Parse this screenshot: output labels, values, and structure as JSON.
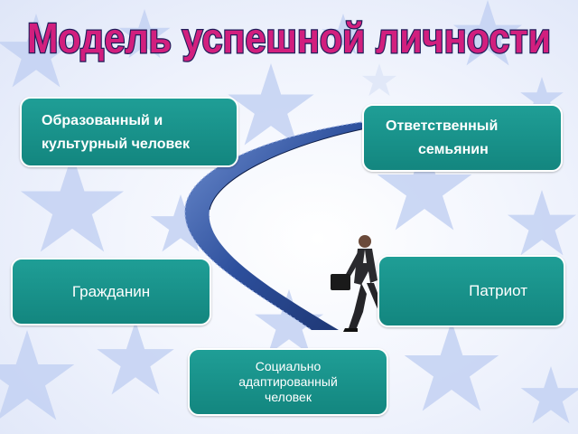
{
  "title": "Модель успешной личности",
  "colors": {
    "title_fill": "#d21f7e",
    "card_fill": "#16897f",
    "card_border": "#ffffff",
    "stairs": "#2c4f9a",
    "stars": "#b8c8ef"
  },
  "cards": {
    "educated": {
      "line1": "Образованный и",
      "line2": "культурный человек"
    },
    "family": {
      "line1": "Ответственный",
      "line2": "семьянин"
    },
    "citizen": {
      "label": "Гражданин"
    },
    "patriot": {
      "label": "Патриот"
    },
    "social": {
      "line1": "Социально",
      "line2": "адаптированный",
      "line3": "человек"
    }
  },
  "illustration": {
    "stairs": "spiral-staircase",
    "figure": "businessman-with-briefcase-icon"
  }
}
